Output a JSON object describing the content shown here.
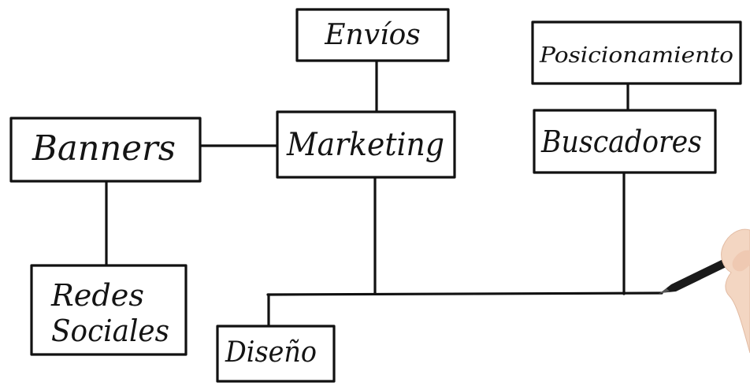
{
  "nodes": {
    "envios": "Envíos",
    "posicionamiento": "Posicionamiento",
    "banners": "Banners",
    "marketing": "Marketing",
    "buscadores": "Buscadores",
    "redes_sociales_line1": "Redes",
    "redes_sociales_line2": "Sociales",
    "diseno": "Diseño"
  },
  "colors": {
    "ink": "#111111",
    "background": "#ffffff",
    "skin": "#f3d6c2",
    "pen": "#1a1a1a"
  }
}
